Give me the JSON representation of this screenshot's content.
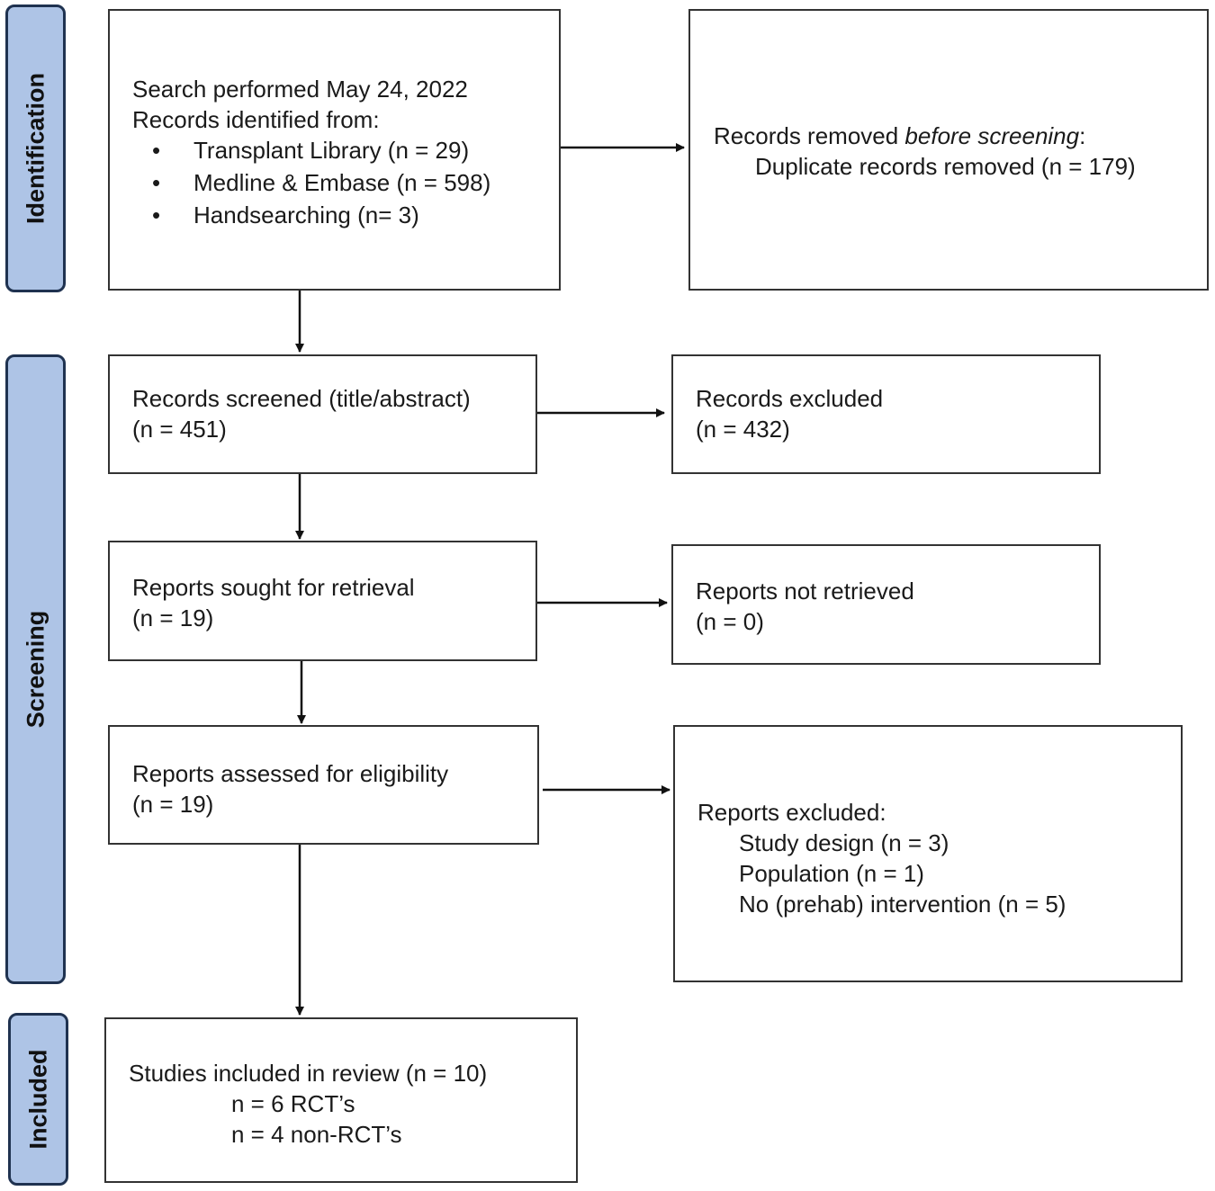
{
  "phases": {
    "identification": "Identification",
    "screening": "Screening",
    "included": "Included"
  },
  "identification_box": {
    "line1": "Search performed May 24, 2022",
    "line2": "Records identified from:",
    "sources": [
      "Transplant Library  (n = 29)",
      "Medline & Embase (n = 598)",
      "Handsearching (n= 3)"
    ]
  },
  "removed_box": {
    "prefix": "Records removed ",
    "emphasis": "before screening",
    "suffix": ":",
    "line2": "Duplicate records removed  (n = 179)"
  },
  "screened_box": {
    "line1": "Records screened (title/abstract)",
    "line2": "(n = 451)"
  },
  "excluded_box": {
    "line1": "Records excluded",
    "line2": "(n = 432)"
  },
  "sought_box": {
    "line1": "Reports sought for retrieval",
    "line2": "(n = 19)"
  },
  "not_retrieved_box": {
    "line1": "Reports not retrieved",
    "line2": "(n = 0)"
  },
  "assessed_box": {
    "line1": "Reports assessed for eligibility",
    "line2": "(n = 19)"
  },
  "reports_excluded_box": {
    "title": "Reports excluded:",
    "reasons": [
      "Study design (n = 3)",
      "Population (n = 1)",
      "No (prehab) intervention (n = 5)"
    ]
  },
  "included_box": {
    "line1": "Studies included in review (n = 10)",
    "line2": "n = 6 RCT’s",
    "line3": "n = 4 non-RCT’s"
  }
}
